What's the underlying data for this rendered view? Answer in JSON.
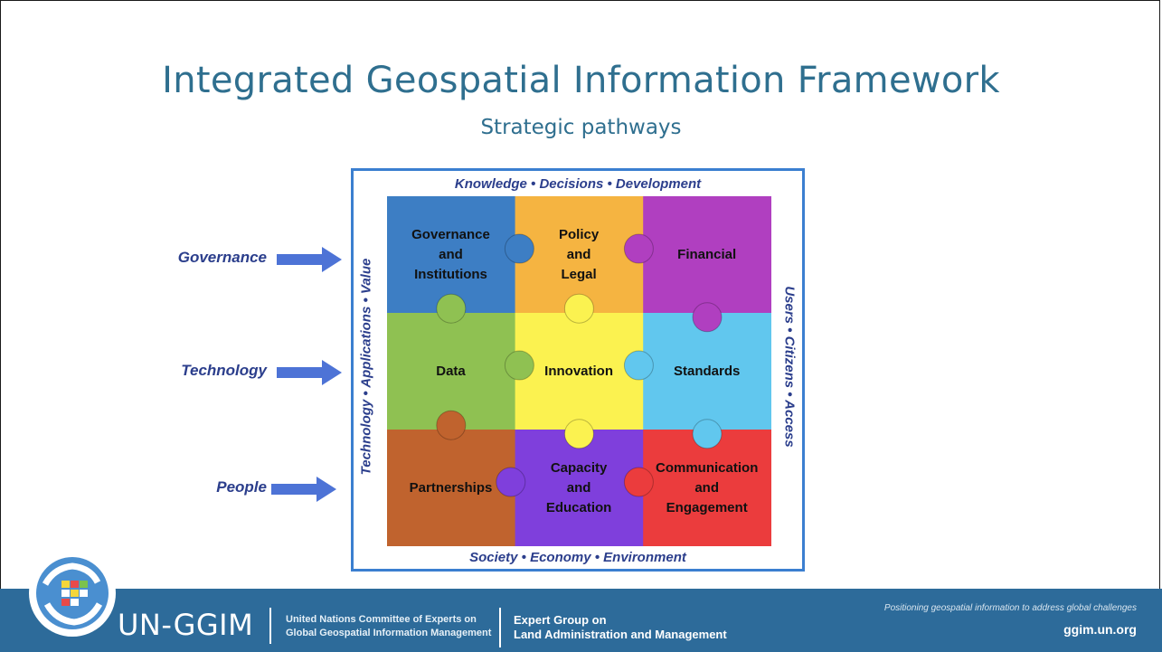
{
  "slide": {
    "title": "Integrated Geospatial Information Framework",
    "subtitle": "Strategic pathways"
  },
  "pillars": [
    {
      "label": "Governance",
      "arrow_icon": "right-arrow-icon"
    },
    {
      "label": "Technology",
      "arrow_icon": "right-arrow-icon"
    },
    {
      "label": "People",
      "arrow_icon": "right-arrow-icon"
    }
  ],
  "framework": {
    "top_label": "Knowledge • Decisions • Development",
    "bottom_label": "Society • Economy • Environment",
    "left_label": "Technology • Applications • Value",
    "right_label": "Users • Citizens • Access",
    "pieces": [
      {
        "lines": [
          "Governance",
          "and",
          "Institutions"
        ],
        "color": "#3d7ec4"
      },
      {
        "lines": [
          "Policy",
          "and",
          "Legal"
        ],
        "color": "#f5b441"
      },
      {
        "lines": [
          "Financial"
        ],
        "color": "#b03fc0"
      },
      {
        "lines": [
          "Data"
        ],
        "color": "#8fc152"
      },
      {
        "lines": [
          "Innovation"
        ],
        "color": "#fbf250"
      },
      {
        "lines": [
          "Standards"
        ],
        "color": "#61c7ee"
      },
      {
        "lines": [
          "Partnerships"
        ],
        "color": "#c0632e"
      },
      {
        "lines": [
          "Capacity",
          "and",
          "Education"
        ],
        "color": "#7f3fdc"
      },
      {
        "lines": [
          "Communication",
          "and",
          "Engagement"
        ],
        "color": "#eb3c3d"
      }
    ]
  },
  "footer": {
    "brand": "UN-GGIM",
    "committee_line1": "United Nations Committee of Experts on",
    "committee_line2": "Global Geospatial Information Management",
    "group_line1": "Expert Group on",
    "group_line2": "Land Administration and Management",
    "tagline": "Positioning geospatial information to address global challenges",
    "website": "ggim.un.org",
    "background": "#2d6b9a"
  }
}
